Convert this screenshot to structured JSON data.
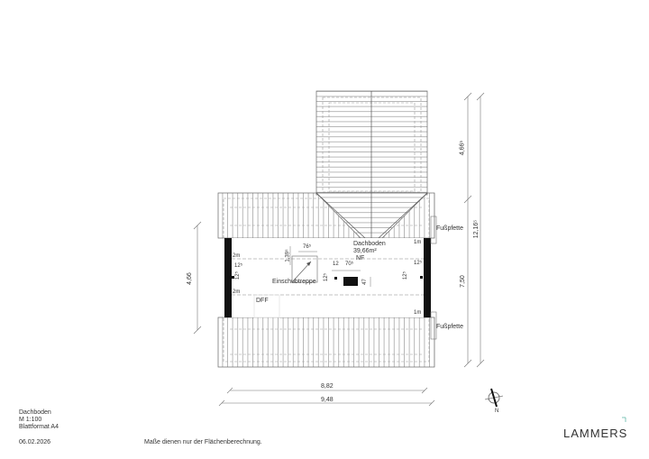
{
  "plan": {
    "room_name": "Dachboden",
    "room_area": "39,66m²",
    "room_usage": "NF",
    "stair_label": "Einschubtreppe",
    "dff_label": "DFF",
    "fusspfette_top": "Fußpfette",
    "fusspfette_bottom": "Fußpfette",
    "height_marks": {
      "left_top": "2m",
      "left_bottom": "2m",
      "right_top": "1m",
      "right_bottom": "1m"
    },
    "small_dims": {
      "stair_width": "76⁵",
      "stair_depth": "1,39⁵",
      "chimney_offset": "12",
      "chimney_width": "70⁵",
      "chimney_depth": "47",
      "chimney_side": "12⁵",
      "left_post": "12⁵",
      "left_post_v": "12⁵",
      "right_post": "12⁵",
      "right_post_v": "12⁵"
    }
  },
  "dimensions": {
    "horizontal_inner": "8,82",
    "horizontal_outer": "9,48",
    "vertical_left": "4,66",
    "vertical_right_top": "4,66⁵",
    "vertical_right_bottom": "7,50",
    "vertical_right_total": "12,16⁵"
  },
  "titleblock": {
    "line1": "Dachboden",
    "line2": "M 1:100",
    "line3": "Blattformat A4",
    "date": "06.02.2026",
    "note": "Maße dienen nur der Flächenberechnung.",
    "north_label": "N",
    "brand": "LAMMERS",
    "brand_accent": "#5fb8a8"
  }
}
